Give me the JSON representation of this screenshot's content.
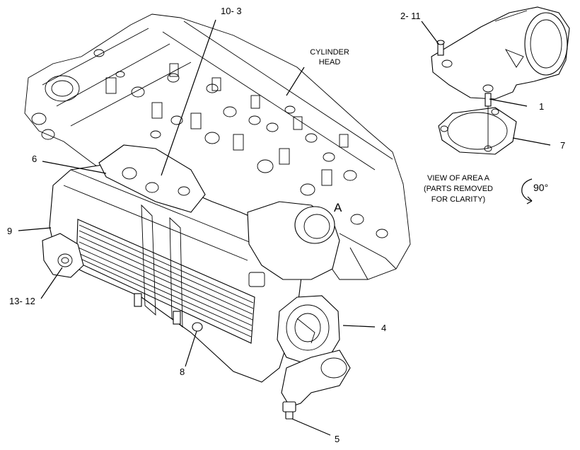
{
  "diagram": {
    "callouts": {
      "c_10_3": "10- 3",
      "c_2_11": "2- 11",
      "c_1": "1",
      "c_7": "7",
      "c_6": "6",
      "c_9": "9",
      "c_13_12": "13- 12",
      "c_4": "4",
      "c_8": "8",
      "c_5": "5"
    },
    "cylinder_head_label": [
      "CYLINDER",
      "HEAD"
    ],
    "area_marker": "A",
    "view_caption": [
      "VIEW OF AREA  A",
      "(PARTS REMOVED",
      "FOR CLARITY)"
    ],
    "rotation": "90°",
    "icons": [
      "rotation-arrow-icon"
    ]
  }
}
